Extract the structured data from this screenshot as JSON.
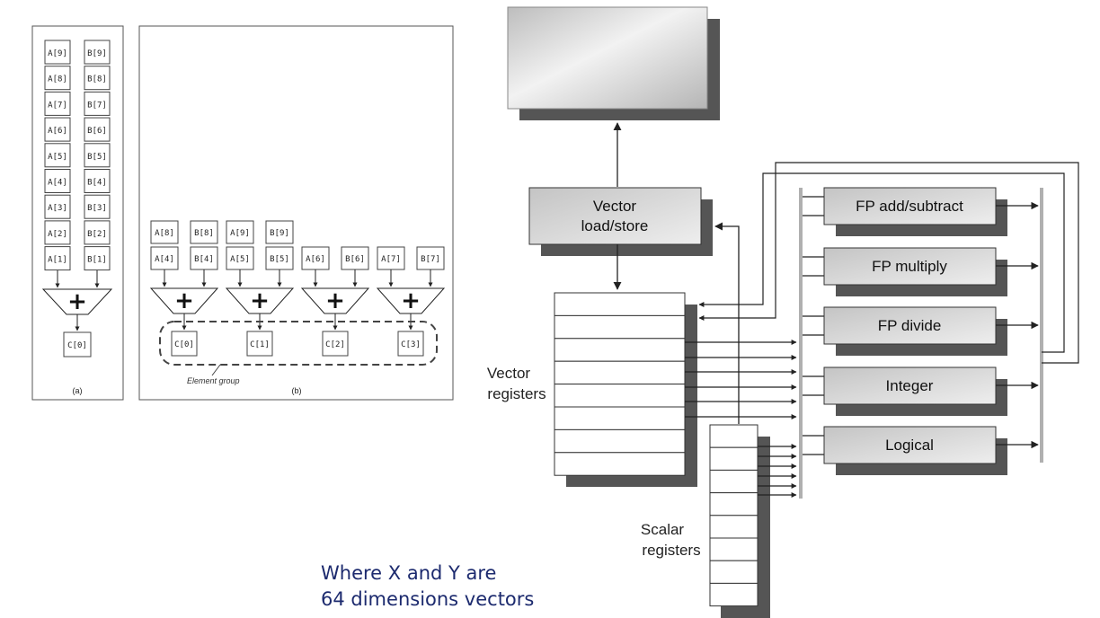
{
  "panel_a": {
    "a_column": [
      "A[9]",
      "A[8]",
      "A[7]",
      "A[6]",
      "A[5]",
      "A[4]",
      "A[3]",
      "A[2]",
      "A[1]"
    ],
    "b_column": [
      "B[9]",
      "B[8]",
      "B[7]",
      "B[6]",
      "B[5]",
      "B[4]",
      "B[3]",
      "B[2]",
      "B[1]"
    ],
    "operator": "+",
    "result": "C[0]",
    "caption": "(a)"
  },
  "panel_b": {
    "lanes": [
      {
        "top": [
          "A[8]",
          "B[8]"
        ],
        "bottom": [
          "A[4]",
          "B[4]"
        ],
        "result": "C[0]"
      },
      {
        "top": [
          "A[9]",
          "B[9]"
        ],
        "bottom": [
          "A[5]",
          "B[5]"
        ],
        "result": "C[1]"
      },
      {
        "top": [],
        "bottom": [
          "A[6]",
          "B[6]"
        ],
        "result": "C[2]"
      },
      {
        "top": [],
        "bottom": [
          "A[7]",
          "B[7]"
        ],
        "result": "C[3]"
      }
    ],
    "operator": "+",
    "group_label": "Element group",
    "caption": "(b)"
  },
  "architecture": {
    "load_store": [
      "Vector",
      "load/store"
    ],
    "units": [
      "FP add/subtract",
      "FP multiply",
      "FP divide",
      "Integer",
      "Logical"
    ],
    "vector_registers_label": [
      "Vector",
      "registers"
    ],
    "scalar_registers_label": [
      "Scalar",
      "registers"
    ]
  },
  "caption_lines": [
    "Where X and Y are",
    "64 dimensions vectors"
  ]
}
